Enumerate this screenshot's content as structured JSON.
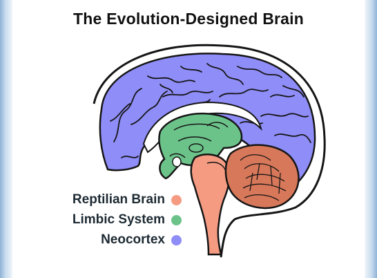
{
  "title": "The Evolution-Designed Brain",
  "legend": [
    {
      "label": "Reptilian Brain",
      "color": "#f49b82"
    },
    {
      "label": "Limbic System",
      "color": "#6cc38a"
    },
    {
      "label": "Neocortex",
      "color": "#8f8df7"
    }
  ],
  "colors": {
    "neocortex": "#8f8df7",
    "limbic": "#6cc38a",
    "reptilian": "#f49b82",
    "cerebellum": "#d8785a",
    "outline": "#151515"
  }
}
